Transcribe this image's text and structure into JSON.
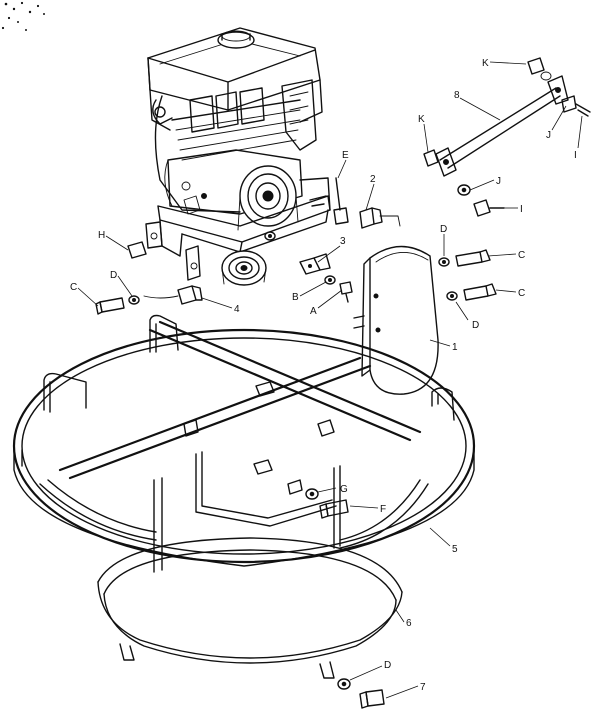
{
  "callouts": [
    {
      "id": "k1",
      "text": "K"
    },
    {
      "id": "j1",
      "text": "J"
    },
    {
      "id": "i1",
      "text": "I"
    },
    {
      "id": "k2",
      "text": "K"
    },
    {
      "id": "j2",
      "text": "J"
    },
    {
      "id": "i2",
      "text": "I"
    },
    {
      "id": "n8",
      "text": "8"
    },
    {
      "id": "e1",
      "text": "E"
    },
    {
      "id": "n2",
      "text": "2"
    },
    {
      "id": "h1",
      "text": "H"
    },
    {
      "id": "n3",
      "text": "3"
    },
    {
      "id": "b1",
      "text": "B"
    },
    {
      "id": "a1",
      "text": "A"
    },
    {
      "id": "d1",
      "text": "D"
    },
    {
      "id": "c1",
      "text": "C"
    },
    {
      "id": "d2",
      "text": "D"
    },
    {
      "id": "c2",
      "text": "C"
    },
    {
      "id": "d3",
      "text": "D"
    },
    {
      "id": "c3",
      "text": "C"
    },
    {
      "id": "n4",
      "text": "4"
    },
    {
      "id": "n1",
      "text": "1"
    },
    {
      "id": "g1",
      "text": "G"
    },
    {
      "id": "f1",
      "text": "F"
    },
    {
      "id": "n5",
      "text": "5"
    },
    {
      "id": "n6",
      "text": "6"
    },
    {
      "id": "d4",
      "text": "D"
    },
    {
      "id": "n7",
      "text": "7"
    }
  ]
}
